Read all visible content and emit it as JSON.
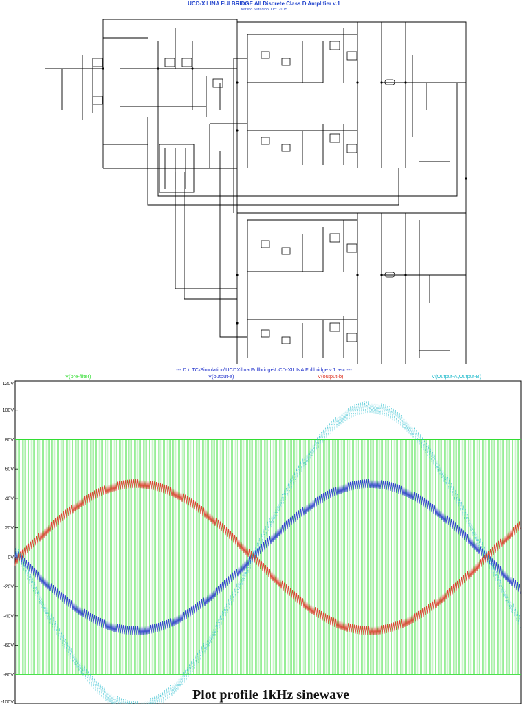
{
  "schematic": {
    "title": "UCD-XILINA FULBRIDGE All Discrete Class D Amplifier v.1",
    "subtitle": "Karlino Suradipo, Oct. 2015"
  },
  "plot": {
    "file_path": "---  D:\\LTC\\Simulation\\UCDXilina Fullbridge\\UCD-XILINA Fullbridge v.1.asc  ---",
    "caption": "Plot profile 1kHz sinewave"
  },
  "colors": {
    "pre_filter": "#33dd33",
    "output_a": "#2233cc",
    "output_b": "#dd3322",
    "diff": "#22bbcc",
    "wire": "#000000"
  },
  "chart_data": {
    "type": "line",
    "title": "",
    "xlabel": "",
    "ylabel": "",
    "ylim": [
      -100,
      120
    ],
    "yticks": [
      "120V",
      "100V",
      "80V",
      "60V",
      "40V",
      "20V",
      "0V",
      "-20V",
      "-40V",
      "-60V",
      "-80V",
      "-100V"
    ],
    "ytick_values": [
      120,
      100,
      80,
      60,
      40,
      20,
      0,
      -20,
      -40,
      -60,
      -80,
      -100
    ],
    "grid": false,
    "series": [
      {
        "name": "V(pre-filter)",
        "kind": "pwm",
        "high": 80,
        "low": -80
      },
      {
        "name": "V(output-a)",
        "kind": "sine",
        "amplitude": 50,
        "sign": -1,
        "ripple": 3
      },
      {
        "name": "V(output-b)",
        "kind": "sine",
        "amplitude": 50,
        "sign": 1,
        "ripple": 3
      },
      {
        "name": "V(Output-A,Output-B)",
        "kind": "sine",
        "amplitude": 102,
        "sign": -1,
        "ripple": 4
      }
    ]
  }
}
